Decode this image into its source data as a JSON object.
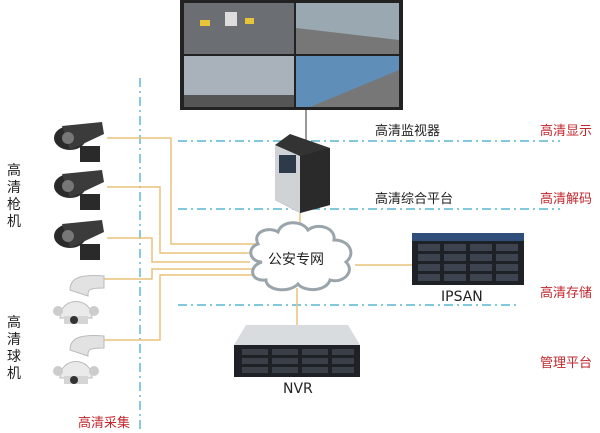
{
  "title": "高清监控系统拓扑",
  "layers": {
    "display": "高清显示",
    "decode": "高清解码",
    "storage": "高清存储",
    "management": "管理平台",
    "capture": "高清采集"
  },
  "devices": {
    "monitor": "高清监视器",
    "platform": "高清综合平台",
    "network": "公安专网",
    "ipsan": "IPSAN",
    "nvr": "NVR"
  },
  "camera_groups": {
    "bullet": "高清枪机",
    "dome": "高清球机"
  },
  "colors": {
    "layer_label": "#c0272d",
    "divider": "#3aa6c9",
    "connection": "#e8c27a"
  }
}
